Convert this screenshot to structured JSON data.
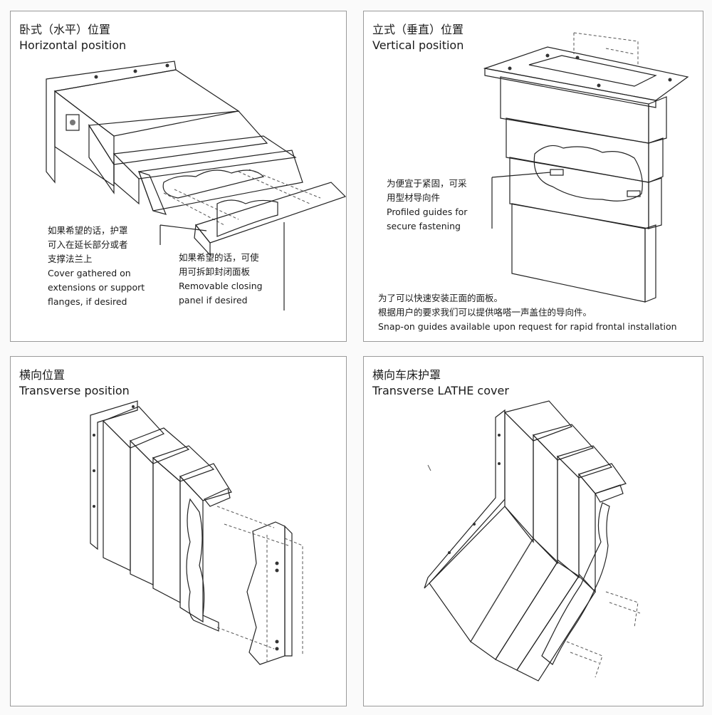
{
  "panels": {
    "horizontal": {
      "title_cn": "卧式（水平）位置",
      "title_en": "Horizontal position",
      "note_left": [
        "如果希望的话，护罩",
        "可入在延长部分或者",
        "支撑法兰上",
        "Cover gathered on",
        "extensions or support",
        "flanges, if desired"
      ],
      "note_right": [
        "如果希望的话，可使",
        "用可拆卸封闭面板",
        "Removable closing",
        "panel if desired"
      ]
    },
    "vertical": {
      "title_cn": "立式（垂直）位置",
      "title_en": "Vertical position",
      "note_guides": [
        "为便宜于紧固，可采",
        "用型材导向件",
        "Profiled guides for",
        "secure fastening"
      ],
      "note_snap": [
        "为了可以快速安装正面的面板。",
        "根据用户的要求我们可以提供咯嗒一声盖住的导向件。",
        "Snap-on guides available upon request for rapid frontal installation"
      ]
    },
    "transverse": {
      "title_cn": "横向位置",
      "title_en": "Transverse position"
    },
    "lathe": {
      "title_cn": "横向车床护罩",
      "title_en": "Transverse LATHE cover"
    }
  },
  "colors": {
    "panel_border": "#9a9a9a",
    "metal_light": "#e4e6e9",
    "metal_mid": "#c9ccd1",
    "metal_dark": "#a9adb3"
  }
}
